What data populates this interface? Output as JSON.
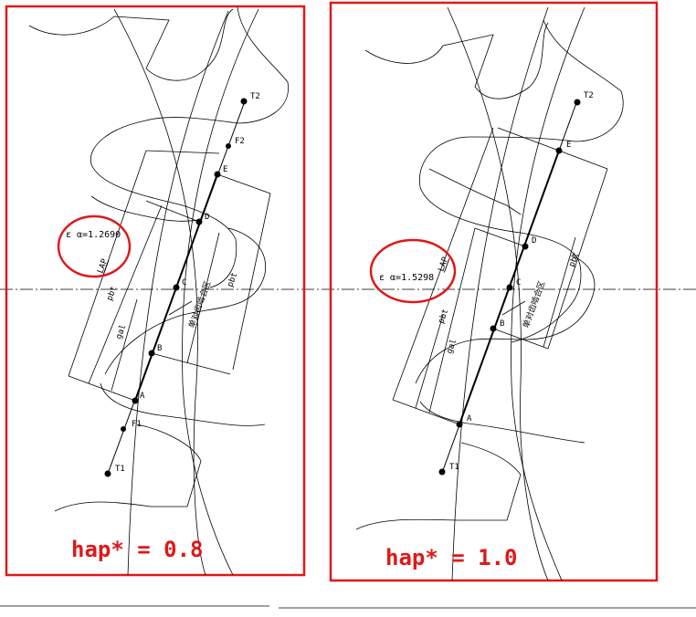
{
  "panels": [
    {
      "caption": "hap* = 0.8",
      "epsilon_label": "ε α=1.2690",
      "lap_label": "LAP",
      "pbt_label": "pbt",
      "gal_label": "gal",
      "single_zone_label": "单对齿啮合区",
      "points": {
        "T1": "T1",
        "F1": "F1",
        "A": "A",
        "B": "B",
        "C": "C",
        "D": "D",
        "E": "E",
        "F2": "F2",
        "T2": "T2"
      }
    },
    {
      "caption": "hap* = 1.0",
      "epsilon_label": "ε α=1.5298",
      "lap_label": "LAP",
      "pbt_label": "pbt",
      "gal_label": "gal",
      "single_zone_label": "单对齿啮合区",
      "points": {
        "T1": "T1",
        "A": "A",
        "B": "B",
        "C": "C",
        "D": "D",
        "E": "E",
        "T2": "T2"
      }
    }
  ],
  "colors": {
    "frame": "#e01818",
    "line": "#000000"
  }
}
